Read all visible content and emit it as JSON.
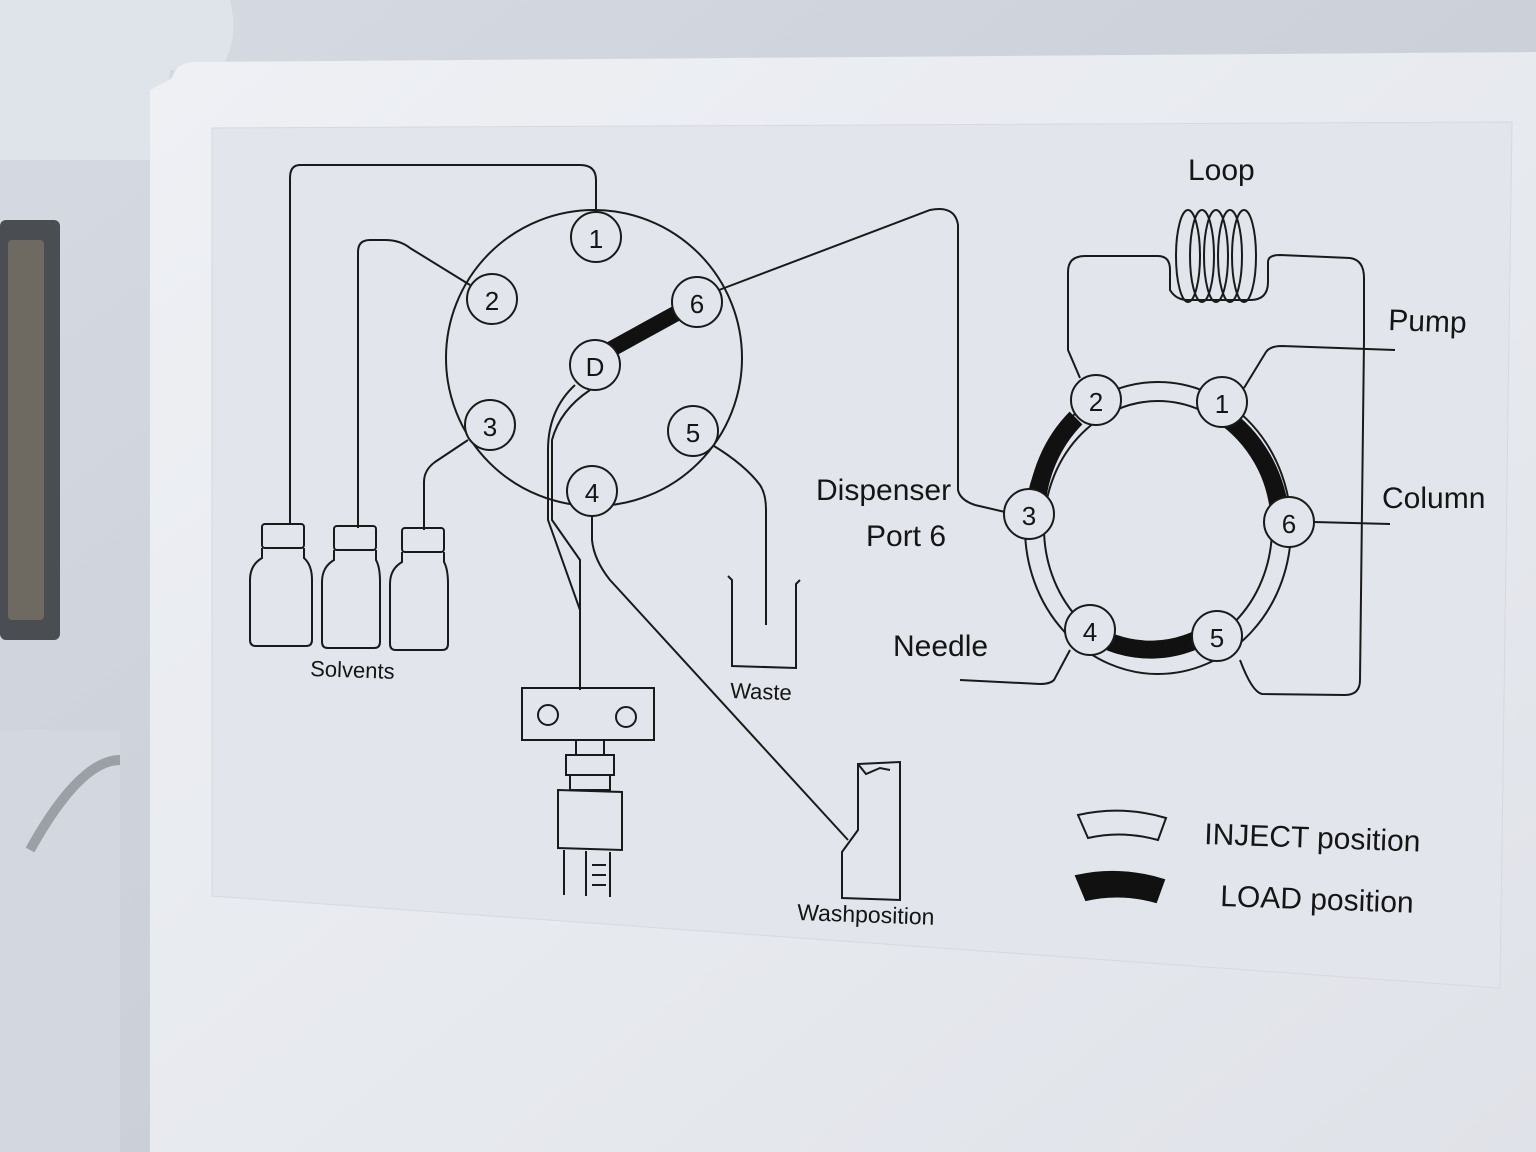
{
  "selector_valve": {
    "ports": [
      "1",
      "2",
      "3",
      "4",
      "5",
      "6"
    ],
    "center_port": "D"
  },
  "injection_valve": {
    "ports": [
      "1",
      "2",
      "3",
      "4",
      "5",
      "6"
    ]
  },
  "labels": {
    "loop": "Loop",
    "pump": "Pump",
    "column": "Column",
    "dispenser_line1": "Dispenser",
    "dispenser_line2": "Port 6",
    "needle": "Needle",
    "solvents": "Solvents",
    "waste": "Waste",
    "washposition": "Washposition"
  },
  "legend": {
    "inject": "INJECT position",
    "load": "LOAD position"
  },
  "colors": {
    "panel": "#e9ebf0",
    "sticker": "#e1e4ea",
    "line": "#1a1a1a"
  }
}
